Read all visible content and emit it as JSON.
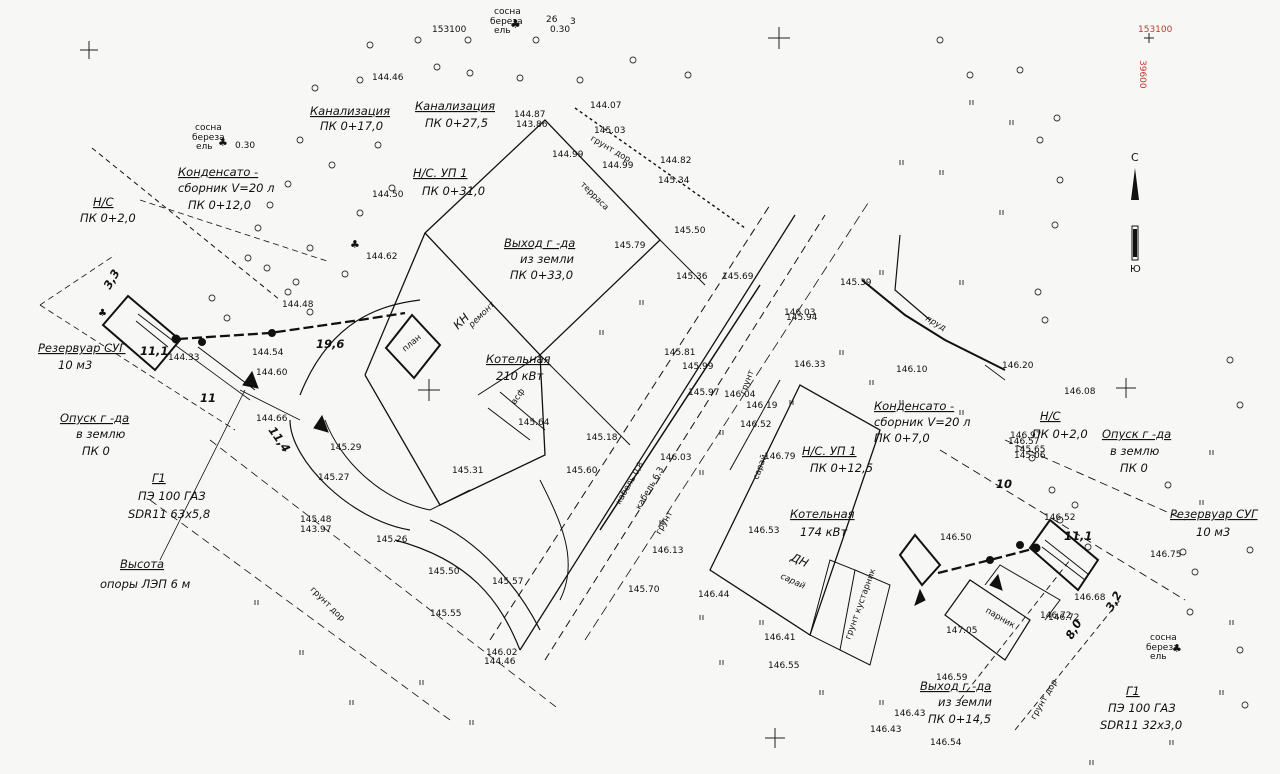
{
  "north_arrow": {
    "north": "С",
    "south": "Ю"
  },
  "corner_codes": {
    "top_center": "153100",
    "top_right": "153100",
    "right_vertical": "39600"
  },
  "left_site": {
    "labels": {
      "sewer1_title": "Канализация",
      "sewer1_pk": "ПК 0+17,0",
      "sewer2_title": "Канализация",
      "sewer2_pk": "ПК 0+27,5",
      "cond_title1": "Конденсато -",
      "cond_title2": "сборник V=20 л",
      "cond_pk": "ПК 0+12,0",
      "ns_title": "Н/С",
      "ns_pk": "ПК 0+2,0",
      "ns_up_title": "Н/С. УП 1",
      "ns_up_pk": "ПК 0+31,0",
      "exit_title": "Выход г -да",
      "exit_sub": "из земли",
      "exit_pk": "ПК 0+33,0",
      "tank_title": "Резервуар СУГ",
      "tank_vol": "10 м3",
      "descent_title": "Опуск г -да",
      "descent_sub": "в землю",
      "descent_pk": "ПК 0",
      "boiler_title": "Котельная",
      "boiler_power": "210 кВт",
      "g1_title": "Г1",
      "g1_pipe": "ПЭ 100 ГАЗ",
      "g1_sdr": "SDR11 63х5,8",
      "pole_title": "Высота",
      "pole_sub": "опоры ЛЭП 6 м",
      "dim_11_1": "11,1",
      "dim_11": "11",
      "dim_19_6": "19,6",
      "dim_11_4": "11,4",
      "dim_3_3": "3,3",
      "house_code": "КН",
      "house_note": "ремонт",
      "plan_label": "план",
      "terrace": "терраса",
      "ground_road": "грунт дор",
      "ground_road2": "грунт дор",
      "cable": "кабель 0,8",
      "cable2": "кабель 6,3",
      "asphalt": "асф",
      "grund": "грунт"
    }
  },
  "right_site": {
    "labels": {
      "cond_title1": "Конденсато -",
      "cond_title2": "сборник V=20 л",
      "cond_pk": "ПК 0+7,0",
      "ns_title": "Н/С",
      "ns_pk": "ПК 0+2,0",
      "ns_up_title": "Н/С. УП 1",
      "ns_up_pk": "ПК 0+12,5",
      "descent_title": "Опуск г -да",
      "descent_sub": "в землю",
      "descent_pk": "ПК 0",
      "tank_title": "Резервуар СУГ",
      "tank_vol": "10 м3",
      "boiler_title": "Котельная",
      "boiler_power": "174 кВт",
      "exit_title": "Выход г -да",
      "exit_sub": "из земли",
      "exit_pk": "ПК 0+14,5",
      "g1_title": "Г1",
      "g1_pipe": "ПЭ 100 ГАЗ",
      "g1_sdr": "SDR11 32х3,0",
      "pond": "пруд",
      "dim_10": "10",
      "dim_11_1": "11,1",
      "dim_8_0": "8,0",
      "dim_3_2": "3,2",
      "house_code": "ДН",
      "house_note": "сарай",
      "shed": "сарай",
      "greenhouse": "парник",
      "garden": "грунт кустарник",
      "ground_road": "грунт дор",
      "ground": "грунт"
    }
  },
  "trees": {
    "legend_a": "сосна",
    "legend_b": "береза",
    "legend_c": "ель",
    "value_a": "0.30",
    "value_b": "26",
    "value_c": "3"
  },
  "elevations": [
    {
      "v": "144.46"
    },
    {
      "v": "144.87"
    },
    {
      "v": "143.86"
    },
    {
      "v": "144.07"
    },
    {
      "v": "145.03"
    },
    {
      "v": "144.99"
    },
    {
      "v": "144.82"
    },
    {
      "v": "145.34"
    },
    {
      "v": "144.50"
    },
    {
      "v": "144.62"
    },
    {
      "v": "145.50"
    },
    {
      "v": "145.79"
    },
    {
      "v": "145.36"
    },
    {
      "v": "145.69"
    },
    {
      "v": "144.48"
    },
    {
      "v": "144.54"
    },
    {
      "v": "144.33"
    },
    {
      "v": "144.60"
    },
    {
      "v": "144.66"
    },
    {
      "v": "145.29"
    },
    {
      "v": "145.27"
    },
    {
      "v": "145.26"
    },
    {
      "v": "145.50"
    },
    {
      "v": "145.55"
    },
    {
      "v": "145.48"
    },
    {
      "v": "143.97"
    },
    {
      "v": "145.31"
    },
    {
      "v": "145.64"
    },
    {
      "v": "145.18"
    },
    {
      "v": "145.60"
    },
    {
      "v": "145.81"
    },
    {
      "v": "145.97"
    },
    {
      "v": "145.99"
    },
    {
      "v": "145.57"
    },
    {
      "v": "145.70"
    },
    {
      "v": "146.13"
    },
    {
      "v": "146.03"
    },
    {
      "v": "146.04"
    },
    {
      "v": "146.19"
    },
    {
      "v": "146.52"
    },
    {
      "v": "146.33"
    },
    {
      "v": "145.94"
    },
    {
      "v": "146.03"
    },
    {
      "v": "145.39"
    },
    {
      "v": "146.10"
    },
    {
      "v": "146.20"
    },
    {
      "v": "146.97"
    },
    {
      "v": "146.79"
    },
    {
      "v": "146.08"
    },
    {
      "v": "146.57"
    },
    {
      "v": "145.65"
    },
    {
      "v": "145.06"
    },
    {
      "v": "146.52"
    },
    {
      "v": "146.50"
    },
    {
      "v": "146.75"
    },
    {
      "v": "146.68"
    },
    {
      "v": "146.72"
    },
    {
      "v": "147.05"
    },
    {
      "v": "146.59"
    },
    {
      "v": "146.72"
    },
    {
      "v": "146.44"
    },
    {
      "v": "146.41"
    },
    {
      "v": "146.55"
    },
    {
      "v": "146.02"
    },
    {
      "v": "144.46"
    },
    {
      "v": "146.43"
    },
    {
      "v": "146.54"
    },
    {
      "v": "146.43"
    },
    {
      "v": "146.53"
    },
    {
      "v": "144.99"
    }
  ]
}
